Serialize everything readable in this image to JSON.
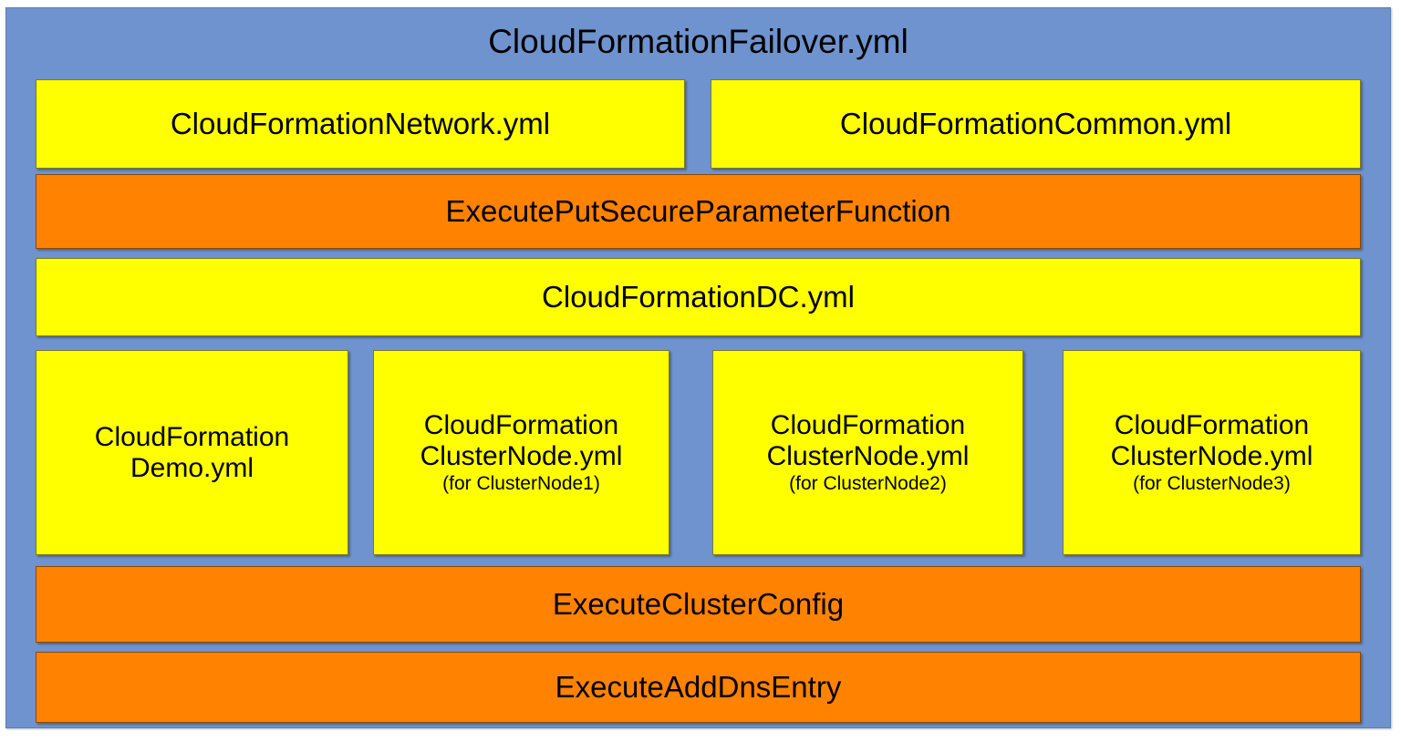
{
  "diagram": {
    "type": "nested-block-diagram",
    "title": "CloudFormationFailover.yml",
    "colors": {
      "container_background": "#6e93ce",
      "template_box": "#ffff00",
      "action_box": "#ff8200",
      "text": "#000000"
    },
    "rows": [
      {
        "row_name": "nested-templates-top",
        "boxes": [
          {
            "label": "CloudFormationNetwork.yml",
            "kind": "template"
          },
          {
            "label": "CloudFormationCommon.yml",
            "kind": "template"
          }
        ]
      },
      {
        "row_name": "execute-put-secure-parameter",
        "boxes": [
          {
            "label": "ExecutePutSecureParameterFunction",
            "kind": "action"
          }
        ]
      },
      {
        "row_name": "domain-controller-template",
        "boxes": [
          {
            "label": "CloudFormationDC.yml",
            "kind": "template"
          }
        ]
      },
      {
        "row_name": "cluster-member-templates",
        "boxes": [
          {
            "line1": "CloudFormation",
            "line2": "Demo.yml",
            "sub": "",
            "kind": "template"
          },
          {
            "line1": "CloudFormation",
            "line2": "ClusterNode.yml",
            "sub": "(for ClusterNode1)",
            "kind": "template"
          },
          {
            "line1": "CloudFormation",
            "line2": "ClusterNode.yml",
            "sub": "(for ClusterNode2)",
            "kind": "template"
          },
          {
            "line1": "CloudFormation",
            "line2": "ClusterNode.yml",
            "sub": "(for ClusterNode3)",
            "kind": "template"
          }
        ]
      },
      {
        "row_name": "execute-cluster-config",
        "boxes": [
          {
            "label": "ExecuteClusterConfig",
            "kind": "action"
          }
        ]
      },
      {
        "row_name": "execute-add-dns-entry",
        "boxes": [
          {
            "label": "ExecuteAddDnsEntry",
            "kind": "action"
          }
        ]
      }
    ]
  }
}
